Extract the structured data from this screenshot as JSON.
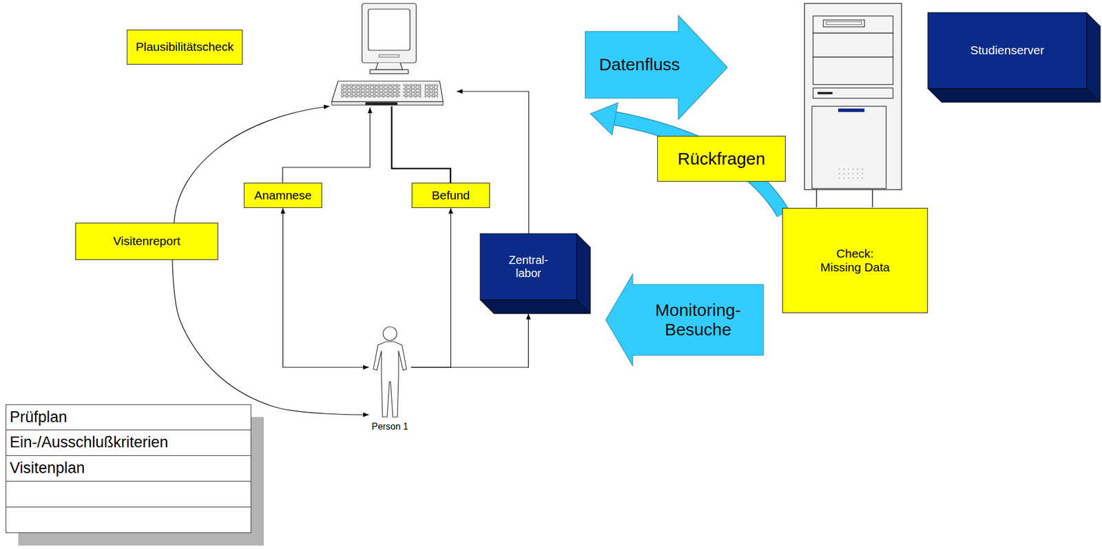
{
  "diagram": {
    "nodes": [
      {
        "text": [
          "Plausibilitätscheck"
        ]
      },
      {
        "text": [
          "Datenfluss"
        ]
      },
      {
        "text": [
          "Studienserver"
        ]
      },
      {
        "text": [
          "Rückfragen"
        ]
      },
      {
        "text": [
          "Anamnese"
        ]
      },
      {
        "text": [
          "Befund"
        ]
      },
      {
        "text": [
          "Visitenreport"
        ]
      },
      {
        "text": [
          "Zentral- labor"
        ]
      },
      {
        "text": [
          "Check: Missing Data"
        ]
      },
      {
        "text": [
          "Monitoring- Besuche"
        ]
      },
      {
        "text": [
          "Person 1"
        ]
      }
    ],
    "edges": [
      {
        "from": 10,
        "to": 4,
        "arrow": "both"
      },
      {
        "from": 10,
        "to": 5,
        "arrow": "to"
      },
      {
        "from": 10,
        "to": 7,
        "arrow": "to"
      },
      {
        "from": 6,
        "to": 10,
        "arrow": "to"
      }
    ],
    "labels": [
      "Prüfplan",
      "Ein-/Ausschlußkriterien",
      "Visitenplan"
    ]
  }
}
